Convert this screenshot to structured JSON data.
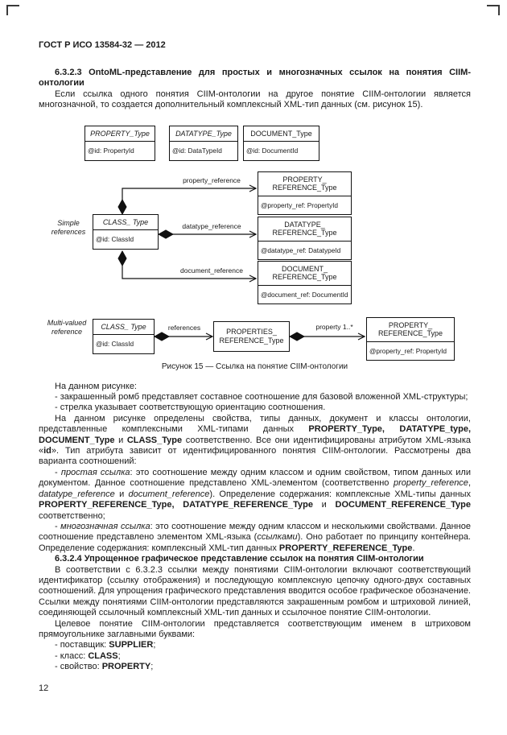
{
  "header": {
    "title": "ГОСТ Р ИСО 13584-32 — 2012"
  },
  "footer": {
    "page_number": "12"
  },
  "paragraphs": {
    "h6323": "6.3.2.3 OntoML-представление для простых и многозначных ссылок на понятия CIIM-онтологии",
    "p_intro": "Если ссылка одного понятия CIIM-онтологии на другое понятие CIIM-онтологии является многозначной, то создается дополнительный комплексный XML-тип данных (см. рисунок 15).",
    "p_on_figure": "На данном рисунке:",
    "li_diamond": "- закрашенный ромб представляет составное соотношение для базовой вложенной XML-структуры;",
    "li_arrow": "- стрелка указывает соответствующую ориентацию соотношения.",
    "p_types": [
      [
        "n",
        "На данном рисунке определены свойства, типы данных, документ и классы онтологии, представленные комплексными XML-типами данных "
      ],
      [
        "b",
        "PROPERTY_Type, DATATYPE_type, DOCUMENT_Type"
      ],
      [
        "n",
        " и "
      ],
      [
        "b",
        "CLASS_Type"
      ],
      [
        "n",
        " соответственно. Все они идентифицированы атрибутом XML-языка «"
      ],
      [
        "b",
        "id"
      ],
      [
        "n",
        "». Тип атрибута зависит от идентифицированного понятия CIIM-онтологии. Рассмотрены два варианта соотношений:"
      ]
    ],
    "li_simple": [
      [
        "n",
        "- "
      ],
      [
        "i",
        "простая ссылка"
      ],
      [
        "n",
        ": это соотношение между одним классом и одним свойством, типом данных или документом. Данное соотношение представлено XML-элементом (соответственно "
      ],
      [
        "i",
        "property_reference"
      ],
      [
        "n",
        ", "
      ],
      [
        "i",
        "datatype_reference"
      ],
      [
        "n",
        " и "
      ],
      [
        "i",
        "document_reference"
      ],
      [
        "n",
        "). Определение содержания: комплексные XML-типы данных "
      ],
      [
        "b",
        "PROPERTY_REFERENCE_Type, DATATYPE_REFERENCE_Type"
      ],
      [
        "n",
        " и "
      ],
      [
        "b",
        "DOCUMENT_REFERENCE_Type"
      ],
      [
        "n",
        " соответственно;"
      ]
    ],
    "li_multi": [
      [
        "n",
        "- "
      ],
      [
        "i",
        "многозначная ссылка"
      ],
      [
        "n",
        ": это соотношение между одним классом и несколькими свойствами. Данное соотношение представлено элементом XML-языка ("
      ],
      [
        "i",
        "ссылками"
      ],
      [
        "n",
        "). Оно работает по принципу контейнера. Определение содержания: комплексный XML-тип данных "
      ],
      [
        "b",
        "PROPERTY_REFERENCE_Type"
      ],
      [
        "n",
        "."
      ]
    ],
    "h6324": "6.3.2.4 Упрощенное графическое представление ссылок на понятия CIIM-онтологии",
    "p_according": "В соответствии с 6.3.2.3 ссылки между понятиями CIIM-онтологии включают соответствующий идентификатор (ссылку отображения) и последующую комплексную цепочку одного-двух составных соотношений. Для упрощения графического представления вводится особое графическое обозначение. Ссылки между понятиями CIIM-онтологии представляются закрашенным ромбом и штриховой линией, соединяющей ссылочный комплексный XML-тип данных и ссылочное понятие CIIM-онтологии.",
    "p_target": "Целевое понятие CIIM-онтологии представляется соответствующим именем в штриховом прямоугольнике заглавными буквами:",
    "li_supplier": [
      [
        "n",
        "- поставщик: "
      ],
      [
        "b",
        "SUPPLIER"
      ],
      [
        "n",
        ";"
      ]
    ],
    "li_class": [
      [
        "n",
        "- класс: "
      ],
      [
        "b",
        "CLASS"
      ],
      [
        "n",
        ";"
      ]
    ],
    "li_property": [
      [
        "n",
        "- свойство: "
      ],
      [
        "b",
        "PROPERTY"
      ],
      [
        "n",
        ";"
      ]
    ]
  },
  "figure": {
    "caption": "Рисунок 15 — Ссылка на понятие CIIM-онтологии",
    "side_labels": {
      "simple": "Simple\nreferences",
      "multi": "Multi-valued\nreference"
    },
    "boxes": {
      "property_type": {
        "title": "PROPERTY_Type",
        "attr": "@id: PropertyId"
      },
      "datatype_type": {
        "title": "DATATYPE_Type",
        "attr": "@id: DataTypeId"
      },
      "document_type": {
        "title": "DOCUMENT_Type",
        "attr": "@id: DocumentId"
      },
      "class_simple": {
        "title": "CLASS_ Type",
        "attr": "@id: ClassId"
      },
      "property_ref": {
        "title": "PROPERTY_\nREFERENCE_Type",
        "attr": "@property_ref: PropertyId"
      },
      "datatype_ref": {
        "title": "DATATYPE_\nREFERENCE_Type",
        "attr": "@datatype_ref: DatatypeId"
      },
      "document_ref": {
        "title": "DOCUMENT_\nREFERENCE_Type",
        "attr": "@document_ref: DocumentId"
      },
      "class_multi": {
        "title": "CLASS_ Type",
        "attr": "@id: ClassId"
      },
      "properties_ref": {
        "title": "PROPERTIES_\nREFERENCE_Type"
      },
      "property_ref_multi": {
        "title": "PROPERTY_\nREFERENCE_Type",
        "attr": "@property_ref: PropertyId"
      }
    },
    "edge_labels": {
      "property_reference": "property_reference",
      "datatype_reference": "datatype_reference",
      "document_reference": "document_reference",
      "references": "references",
      "property_mult": "property 1..*"
    }
  }
}
